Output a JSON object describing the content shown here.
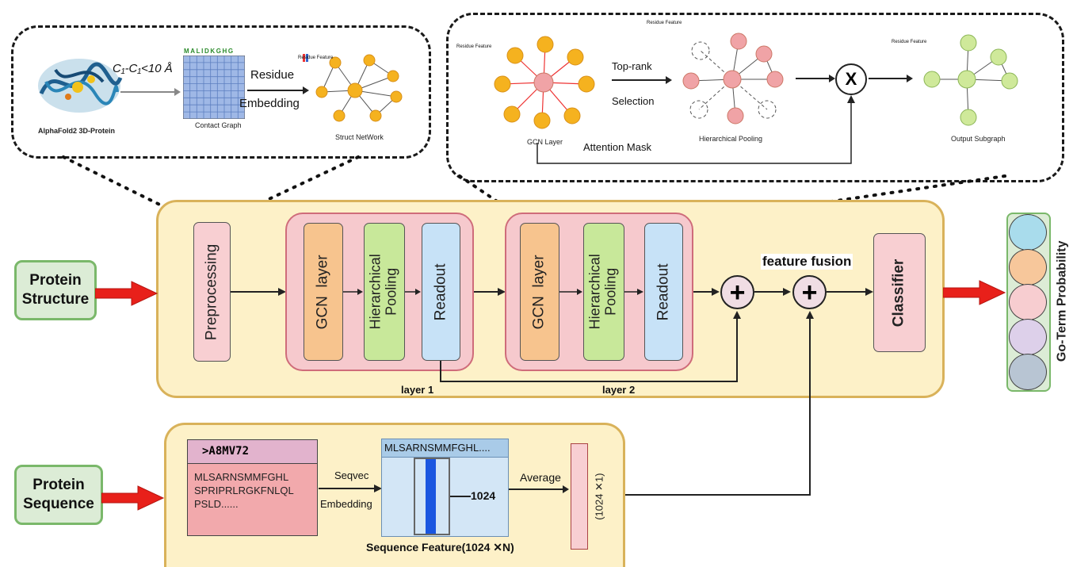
{
  "inputs": {
    "structure": "Protein\nStructure",
    "sequence": "Protein\nSequence"
  },
  "preprocess": {
    "protein_label": "AlphaFold2 3D-Protein",
    "distance_rule": "C₁-C₁<10 Å",
    "contact_letters": "MALIDKGHG",
    "contact_label": "Contact Graph",
    "residue": "Residue",
    "embedding": "Embedding",
    "struct_label": "Struct NetWork",
    "residue_feature": "Residue Feature"
  },
  "gcn_detail": {
    "residue_feature": "Residue Feature",
    "top_rank": "Top-rank",
    "selection": "Selection",
    "gcn_layer": "GCN Layer",
    "attention_mask": "Attention Mask",
    "hier_pool": "Hierarchical Pooling",
    "output_subgraph": "Output Subgraph",
    "multiply": "X"
  },
  "main": {
    "preprocessing": "Preprocessing",
    "gcn": "GCN  layer",
    "hier": "Hierarchical\nPooling",
    "readout": "Readout",
    "layer1": "layer 1",
    "layer2": "layer 2",
    "fusion": "feature fusion",
    "classifier": "Classifier",
    "output_label": "Go-Term Probability"
  },
  "sequence_panel": {
    "id": ">A8MV72",
    "seq": "MLSARNSMMFGHL\nSPRIPRLRGKFNLQL\nPSLD......",
    "seqvec": "Seqvec",
    "embedding": "Embedding",
    "matrix_header": "MLSARNSMMFGHL....",
    "dim": "1024",
    "average": "Average",
    "vector_label": "(1024 ✕1)",
    "feature_caption": "Sequence Feature(1024 ✕N)"
  },
  "colors": {
    "panel_bg": "#fdf1c8",
    "panel_border": "#d9b25a",
    "layer_bg": "#f6c9cd",
    "gcn": "#f7c48e",
    "hier": "#c8e89a",
    "readout": "#c7e2f7",
    "pink_block": "#f8cfd2",
    "green_input": "#dcecd6",
    "arrow_red": "#e8201a",
    "node_orange": "#f5b21f",
    "node_pink": "#f0a3a6",
    "node_green": "#cfe99a"
  },
  "output_circles": [
    "#a9dcec",
    "#f7c79b",
    "#f7cdd0",
    "#ddd0ea",
    "#b8c5d3"
  ]
}
